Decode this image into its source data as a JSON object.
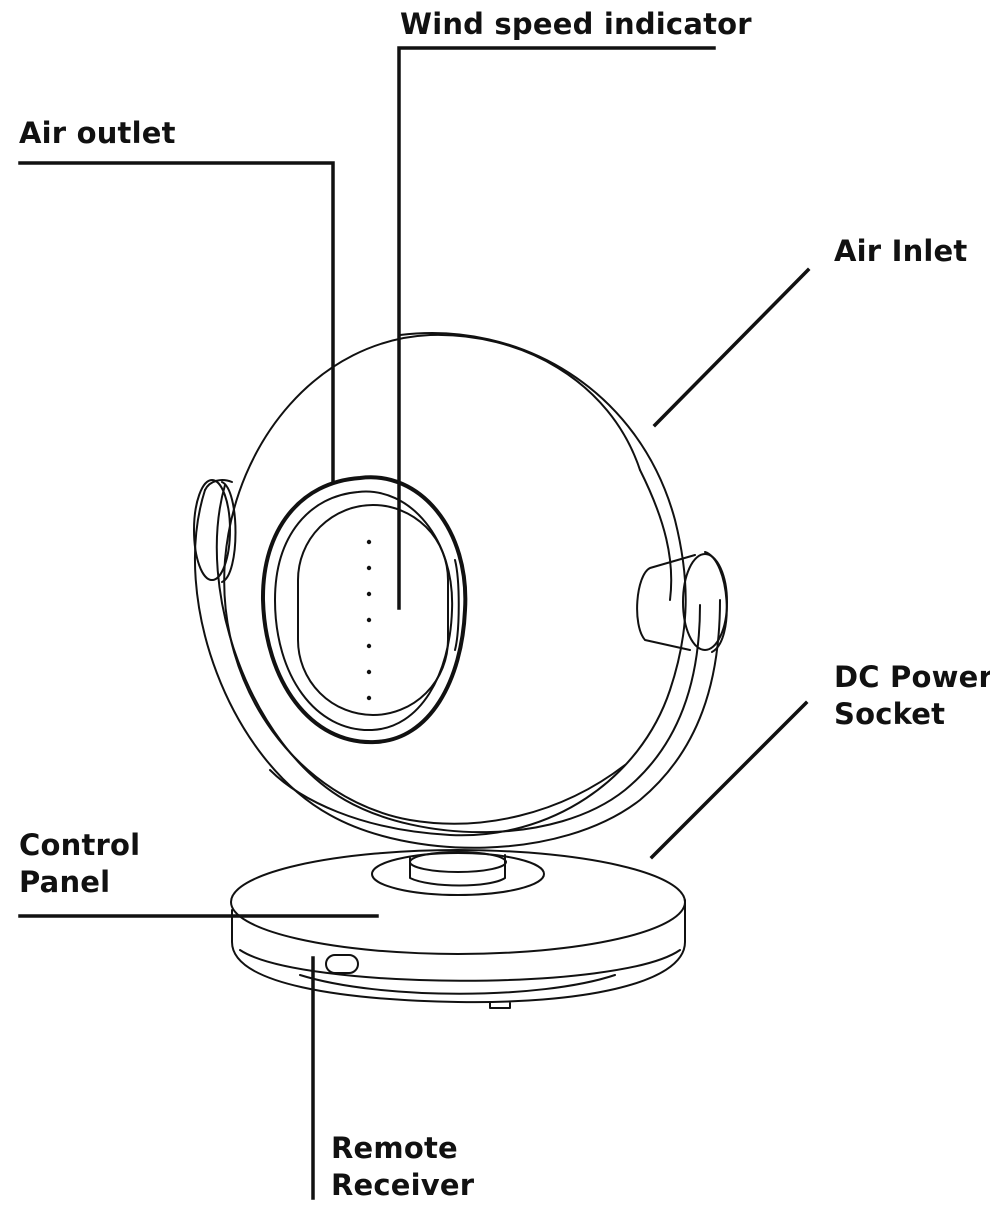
{
  "labels": {
    "wind_speed_indicator": "Wind speed indicator",
    "air_outlet": "Air outlet",
    "air_inlet": "Air Inlet",
    "dc_power_socket": [
      "DC Power",
      "Socket"
    ],
    "control_panel": [
      "Control",
      "Panel"
    ],
    "remote_receiver": [
      "Remote",
      "Receiver"
    ]
  },
  "indicator_dots": 7,
  "colors": {
    "line": "#111111",
    "background": "#ffffff"
  }
}
